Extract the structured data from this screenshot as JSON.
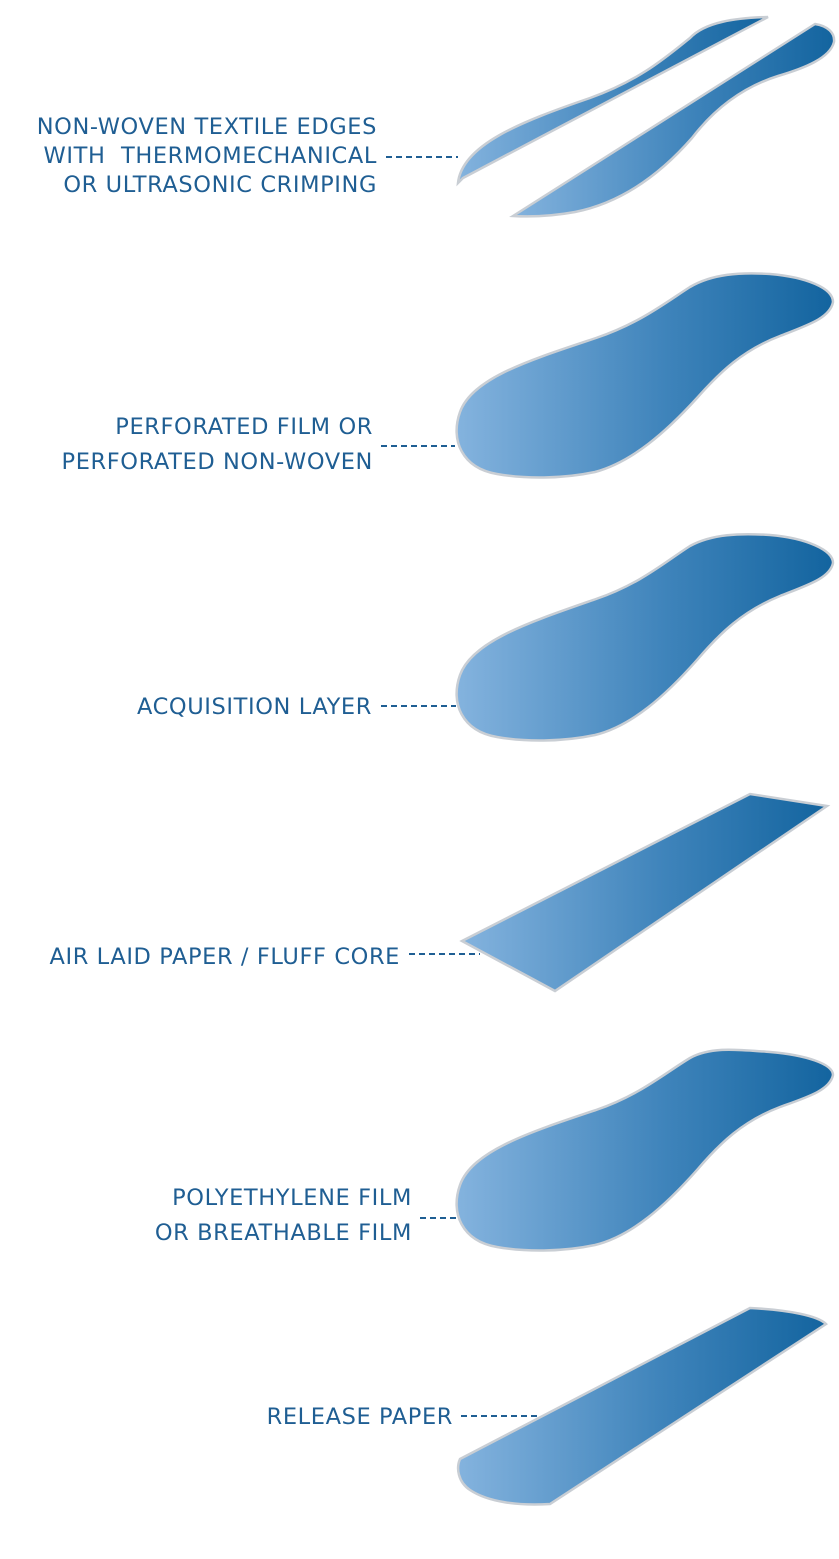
{
  "layers": [
    {
      "id": "nonwoven-edges",
      "label_lines": [
        "NON-WOVEN TEXTILE EDGES",
        "WITH  THERMOMECHANICAL",
        "OR ULTRASONIC CRIMPING"
      ]
    },
    {
      "id": "perforated-film",
      "label_lines": [
        "PERFORATED FILM OR",
        "PERFORATED NON-WOVEN"
      ]
    },
    {
      "id": "acquisition-layer",
      "label_lines": [
        "ACQUISITION LAYER"
      ]
    },
    {
      "id": "air-laid-paper",
      "label_lines": [
        "AIR LAID PAPER / FLUFF CORE"
      ]
    },
    {
      "id": "polyethylene-film",
      "label_lines": [
        "POLYETHYLENE FILM",
        "OR BREATHABLE FILM"
      ]
    },
    {
      "id": "release-paper",
      "label_lines": [
        "RELEASE PAPER"
      ]
    }
  ],
  "colors": {
    "label_text": "#1f5e93",
    "gradient_light": "#84b3de",
    "gradient_dark": "#13649f",
    "outline": "#c9ced4"
  }
}
